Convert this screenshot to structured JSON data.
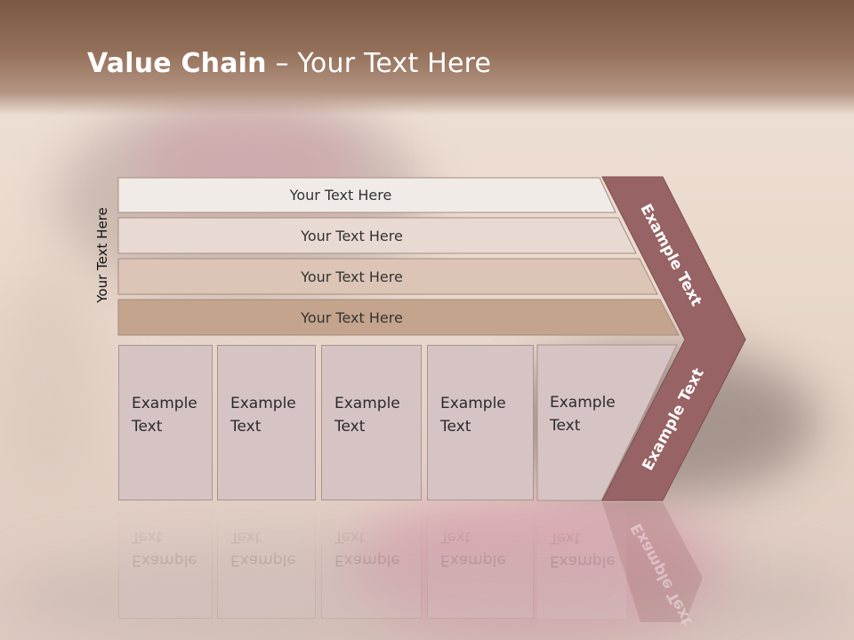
{
  "slide": {
    "title_bold": "Value Chain",
    "title_rest": " – Your Text Here",
    "side_label": "Your Text Here",
    "bars": [
      {
        "label": "Your Text Here",
        "color": "#f1ebe7"
      },
      {
        "label": "Your Text Here",
        "color": "#e8dad2"
      },
      {
        "label": "Your Text Here",
        "color": "#dcc5b6"
      },
      {
        "label": "Your Text Here",
        "color": "#c4a48c"
      }
    ],
    "columns": [
      {
        "line1": "Example",
        "line2": "Text"
      },
      {
        "line1": "Example",
        "line2": "Text"
      },
      {
        "line1": "Example",
        "line2": "Text"
      },
      {
        "line1": "Example",
        "line2": "Text"
      },
      {
        "line1": "Example",
        "line2": "Text"
      }
    ],
    "chevron_upper_text": "Example Text",
    "chevron_lower_text": "Example Text",
    "colors": {
      "header": "#8a6650",
      "chevron": "#986364",
      "column": "#d6c3c3"
    }
  }
}
